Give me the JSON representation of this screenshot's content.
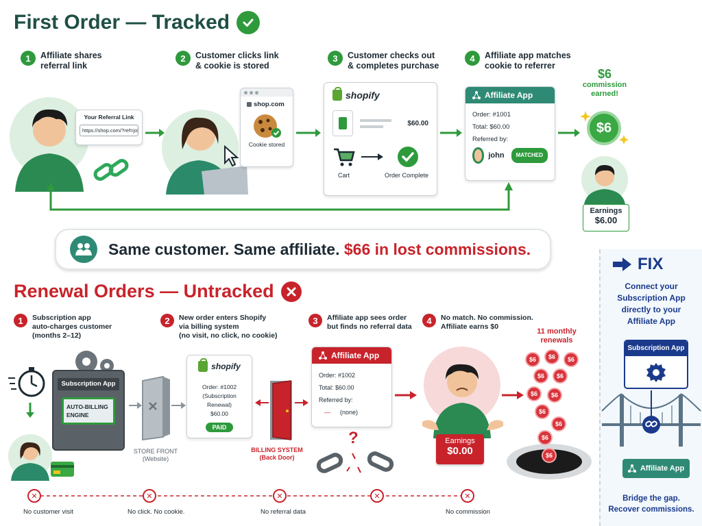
{
  "tracked": {
    "title": "First Order — Tracked",
    "steps": [
      {
        "num": "1",
        "line1": "Affiliate shares",
        "line2": "referral link"
      },
      {
        "num": "2",
        "line1": "Customer clicks link",
        "line2": "& cookie is stored"
      },
      {
        "num": "3",
        "line1": "Customer checks out",
        "line2": "& completes purchase"
      },
      {
        "num": "4",
        "line1": "Affiliate app matches",
        "line2": "cookie to referrer"
      }
    ],
    "referral_card": {
      "title": "Your Referral Link",
      "url": "https://shop.com/?ref=john"
    },
    "browser": {
      "url": "shop.com",
      "caption": "Cookie stored"
    },
    "shopify": {
      "brand": "shopify",
      "price": "$60.00",
      "cart": "Cart",
      "complete": "Order Complete"
    },
    "app": {
      "title": "Affiliate App",
      "order": "Order: #1001",
      "total": "Total:  $60.00",
      "referred": "Referred by:",
      "name": "john",
      "badge": "MATCHED"
    },
    "commission": {
      "amount": "$6",
      "line1": "commission",
      "line2": "earned!",
      "coin": "$6"
    },
    "earnings": {
      "label": "Earnings",
      "value": "$6.00"
    }
  },
  "banner": {
    "text": "Same customer. Same affiliate. ",
    "highlight": "$66 in lost commissions."
  },
  "untracked": {
    "title": "Renewal Orders — Untracked",
    "steps": [
      {
        "num": "1",
        "line1": "Subscription app",
        "line2": "auto-charges customer",
        "line3": "(months 2–12)"
      },
      {
        "num": "2",
        "line1": "New order enters Shopify",
        "line2": "via billing system",
        "line3": "(no visit, no click, no cookie)"
      },
      {
        "num": "3",
        "line1": "Affiliate app sees order",
        "line2": "but finds no referral data",
        "line3": ""
      },
      {
        "num": "4",
        "line1": "No match. No commission.",
        "line2": "Affiliate earns $0",
        "line3": ""
      }
    ],
    "machine": {
      "title": "Subscription App",
      "screen1": "AUTO-BILLING",
      "screen2": "ENGINE"
    },
    "storefront": {
      "line1": "STORE FRONT",
      "line2": "(Website)"
    },
    "shopify": {
      "brand": "shopify",
      "order": "Order: #1002",
      "type": "(Subscription Renewal)",
      "price": "$60.00",
      "badge": "PAID"
    },
    "backdoor": {
      "line1": "BILLING SYSTEM",
      "line2": "(Back Door)"
    },
    "app": {
      "title": "Affiliate App",
      "order": "Order: #1002",
      "total": "Total:   $60.00",
      "referred": "Referred by:",
      "dash": "—",
      "none": "(none)"
    },
    "earnings": {
      "label": "Earnings",
      "value": "$0.00"
    },
    "renewals": {
      "line1": "11 monthly",
      "line2": "renewals",
      "coin": "$6"
    },
    "question": "?",
    "timeline": [
      "No customer visit",
      "No click. No cookie.",
      "No referral data",
      "No commission"
    ]
  },
  "fix": {
    "title": "FIX",
    "lines": [
      "Connect your",
      "Subscription App",
      "directly to your",
      "Affiliate App"
    ],
    "top_box": "Subscription App",
    "bottom_box": "Affiliate App",
    "foot1": "Bridge the gap.",
    "foot2": "Recover commissions."
  },
  "colors": {
    "green": "#2e9a3c",
    "red": "#c8232b",
    "teal": "#2f8a75",
    "navy": "#1b3a8c"
  }
}
